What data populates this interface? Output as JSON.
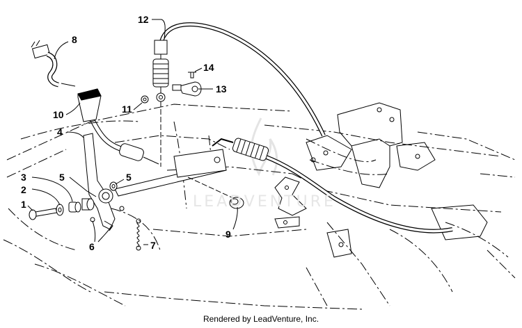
{
  "diagram": {
    "callouts": [
      "1",
      "2",
      "3",
      "4",
      "5",
      "5",
      "6",
      "7",
      "8",
      "9",
      "10",
      "11",
      "12",
      "13",
      "14"
    ],
    "watermark": "LEADVENTURE",
    "footer": "Rendered by LeadVenture, Inc."
  }
}
